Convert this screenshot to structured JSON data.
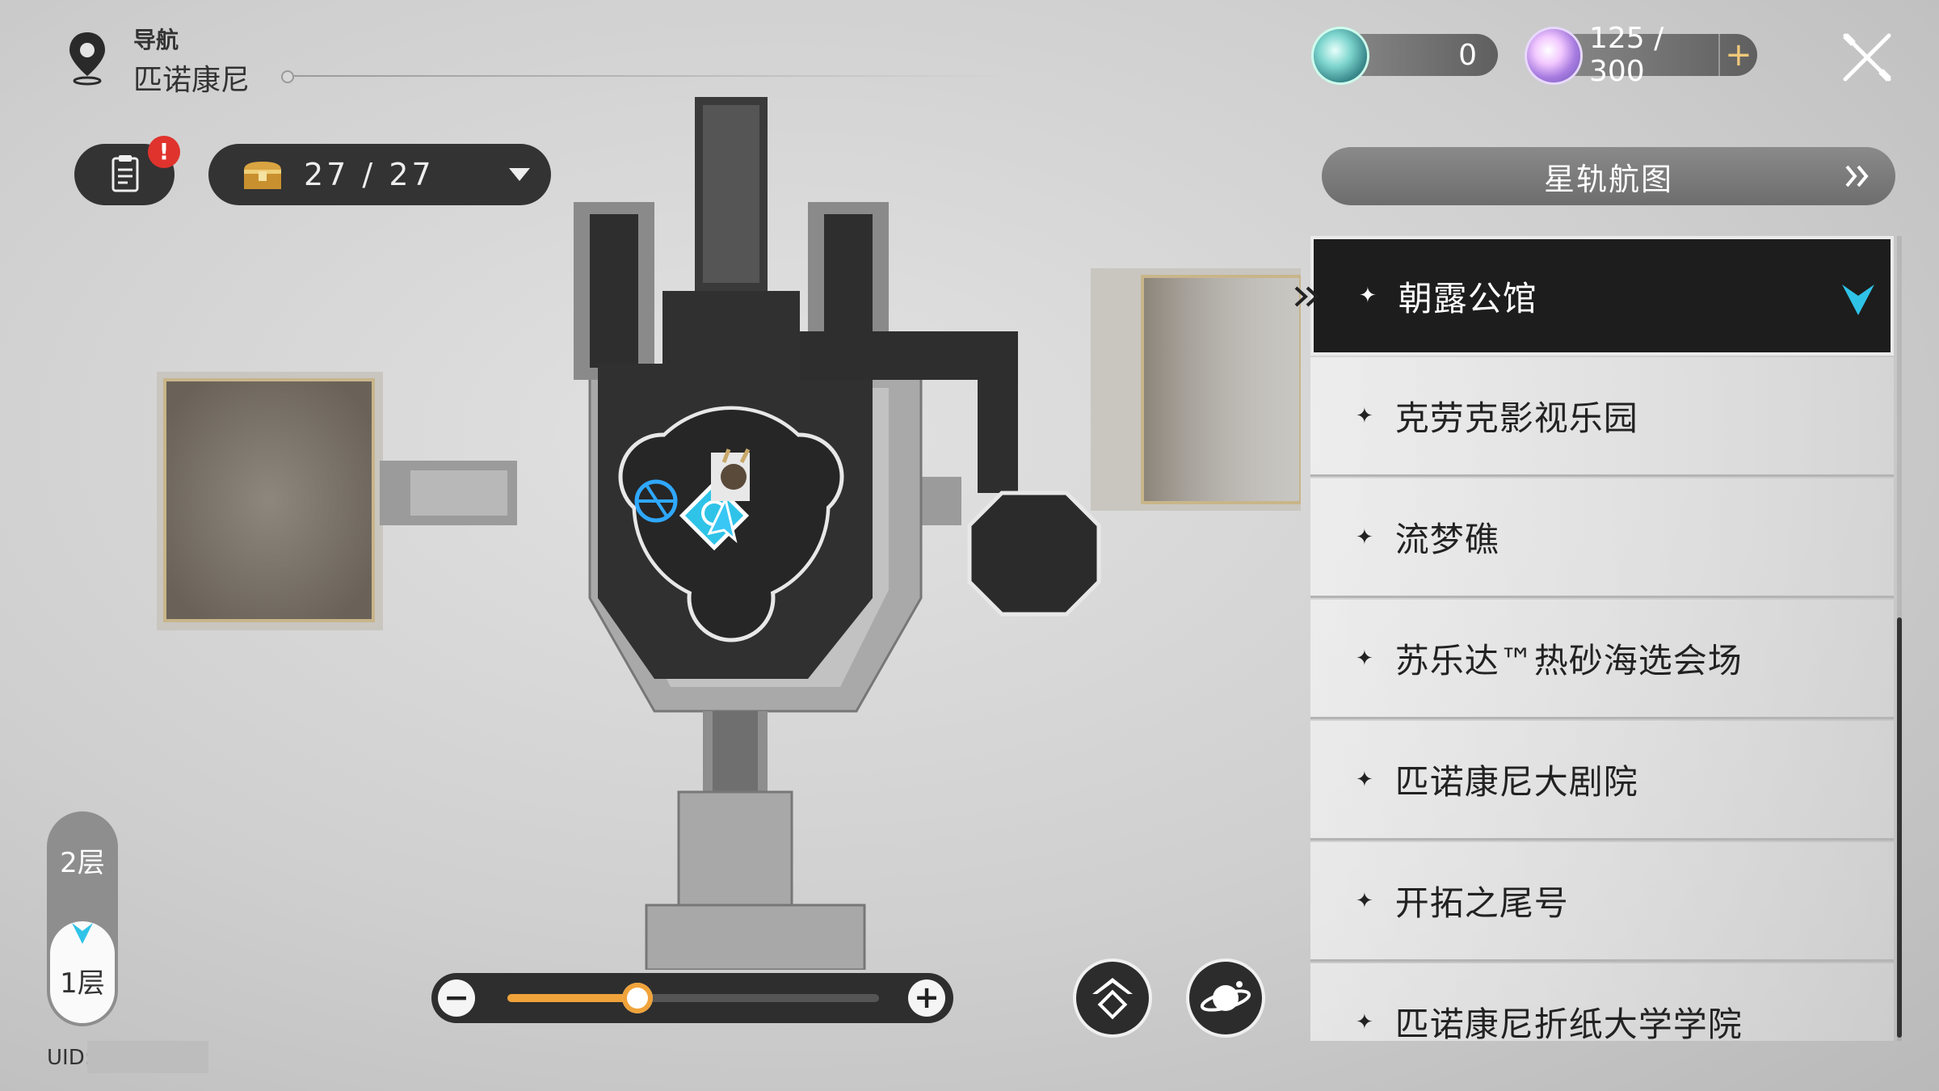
{
  "header": {
    "nav_label": "导航",
    "city": "匹诺康尼",
    "icons": [
      "location-pin-icon",
      "close-icon"
    ]
  },
  "currency": {
    "stellar_jade": {
      "icon": "stellar-jade-icon",
      "value": "0"
    },
    "trailblaze_power": {
      "icon": "trailblaze-power-icon",
      "value": "125 / 300",
      "add": "+"
    }
  },
  "toolbar": {
    "quest_badge": "!",
    "chest_count": "27 / 27"
  },
  "rail_button": {
    "label": "星轨航图"
  },
  "locations": [
    {
      "name": "朝露公馆",
      "selected": true
    },
    {
      "name": "克劳克影视乐园",
      "selected": false
    },
    {
      "name": "流梦礁",
      "selected": false
    },
    {
      "name": "苏乐达™热砂海选会场",
      "selected": false
    },
    {
      "name": "匹诺康尼大剧院",
      "selected": false
    },
    {
      "name": "开拓之尾号",
      "selected": false
    },
    {
      "name": "匹诺康尼折纸大学学院",
      "selected": false
    }
  ],
  "floors": {
    "upper": "2层",
    "lower": "1层",
    "current": "1层"
  },
  "uid_label": "UID:",
  "zoom": {
    "level": 0.35,
    "minus": "−",
    "plus": "+"
  },
  "colors": {
    "accent_cyan": "#2fc3e8",
    "zoom_orange": "#f0a33a",
    "panel_dark": "#1d1d1d",
    "badge_red": "#e0332d"
  }
}
